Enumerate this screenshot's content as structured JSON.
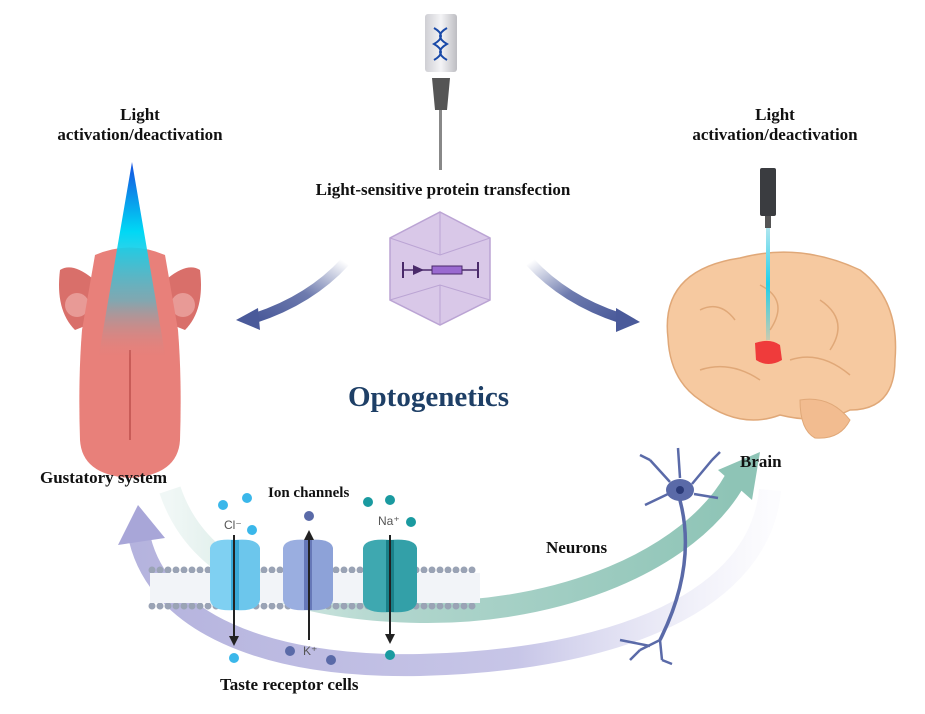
{
  "diagram": {
    "title": "Optogenetics",
    "colors": {
      "title": "#1e3f66",
      "arrow_blue": "#4a5a9a",
      "arrow_teal": "#9ccbc0",
      "arrow_lavender": "#a8a6d8",
      "tongue": "#e8807a",
      "brain": "#f6c9a0",
      "brain_target": "#ef3b3b",
      "light_cone": "#00c8f0",
      "virus_capsid": "#c9b4dc",
      "cl_ion": "#3ab7ea",
      "k_ion": "#5a6aa8",
      "na_ion": "#1a9aa0"
    },
    "top": {
      "syringe_icon": "dna-syringe",
      "transfection_label": "Light-sensitive protein transfection",
      "virus_icon": "aav-capsid-with-gene-construct"
    },
    "left": {
      "light_label_line1": "Light",
      "light_label_line2": "activation/deactivation",
      "organ_icon": "tongue",
      "organ_label": "Gustatory system"
    },
    "right": {
      "light_label_line1": "Light",
      "light_label_line2": "activation/deactivation",
      "probe_icon": "optical-fiber-probe",
      "organ_icon": "brain",
      "organ_label": "Brain"
    },
    "bottom": {
      "ion_channels_label": "Ion channels",
      "receptor_label": "Taste receptor cells",
      "neurons_label": "Neurons",
      "ions": [
        {
          "symbol": "Cl⁻",
          "direction": "in"
        },
        {
          "symbol": "K⁺",
          "direction": "out"
        },
        {
          "symbol": "Na⁺",
          "direction": "in"
        }
      ]
    }
  }
}
